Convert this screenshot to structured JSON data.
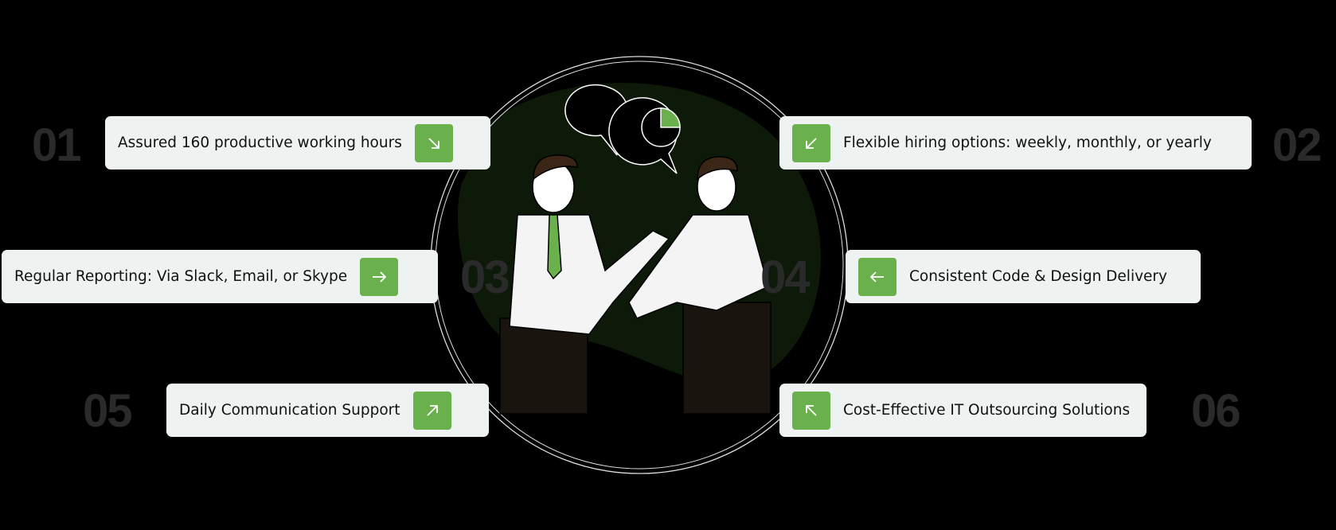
{
  "colors": {
    "background": "#000000",
    "card": "#eef3f1",
    "accent": "#6ab04c",
    "number": "#2a2a2a"
  },
  "items": [
    {
      "number": "01",
      "label": "Assured 160 productive working hours",
      "icon": "arrow-down-right-icon"
    },
    {
      "number": "02",
      "label": "Flexible hiring options: weekly, monthly, or yearly",
      "icon": "arrow-down-left-icon"
    },
    {
      "number": "03",
      "label": "Regular Reporting: Via Slack, Email, or Skype",
      "icon": "arrow-right-icon"
    },
    {
      "number": "04",
      "label": "Consistent Code & Design Delivery",
      "icon": "arrow-left-icon"
    },
    {
      "number": "05",
      "label": "Daily Communication Support",
      "icon": "arrow-up-right-icon"
    },
    {
      "number": "06",
      "label": "Cost-Effective IT Outsourcing Solutions",
      "icon": "arrow-up-left-icon"
    }
  ]
}
